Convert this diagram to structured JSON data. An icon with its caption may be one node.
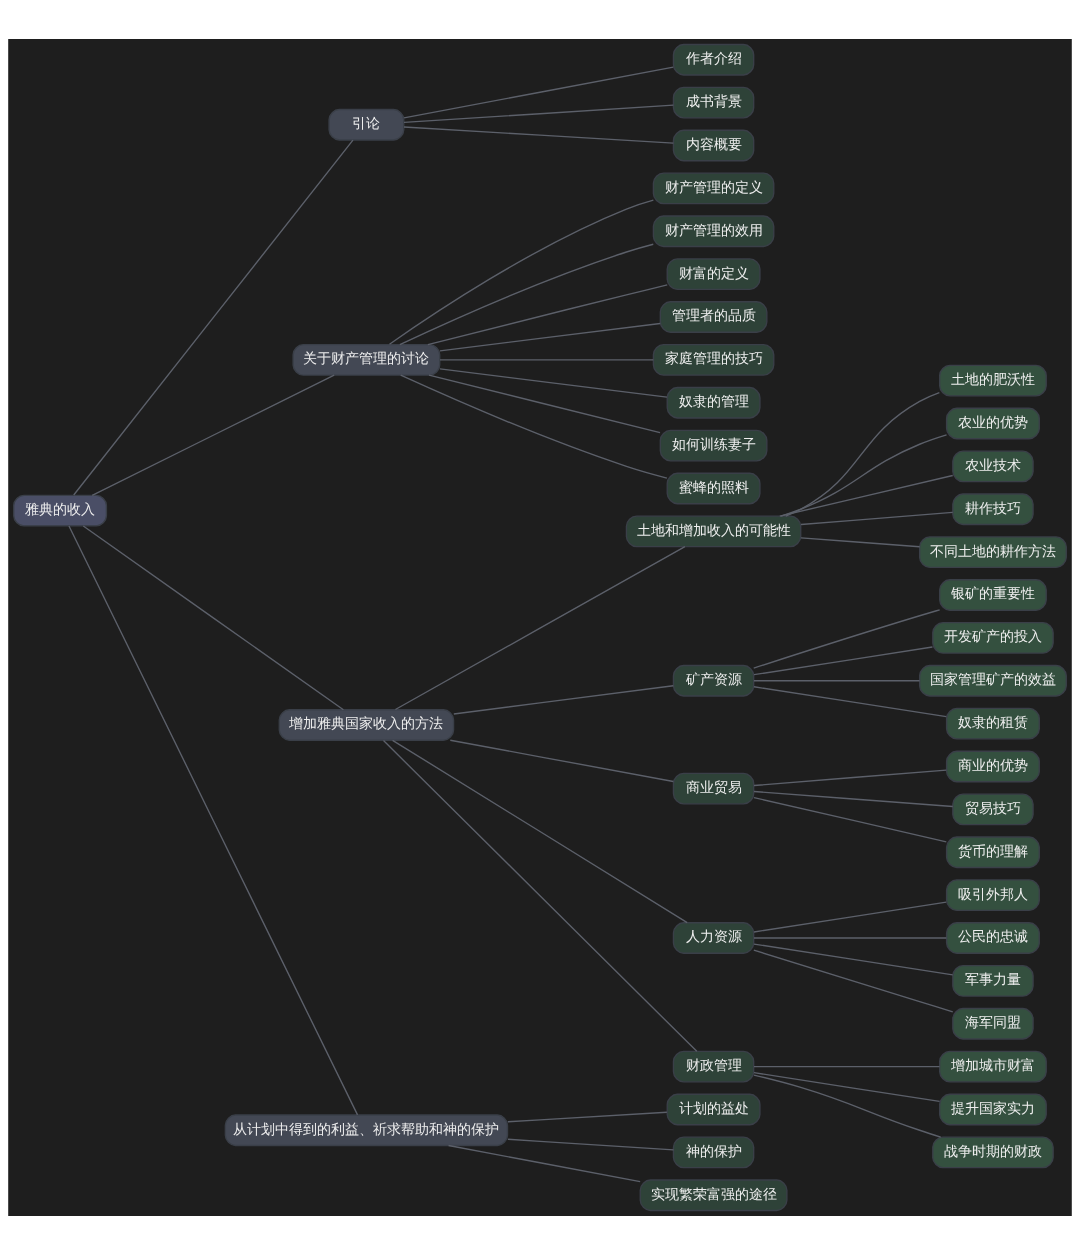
{
  "diagram": {
    "nodes": [
      {
        "text": [
          "雅典的收入"
        ]
      },
      {
        "text": [
          "引论"
        ]
      },
      {
        "text": [
          "作者介绍"
        ]
      },
      {
        "text": [
          "成书背景"
        ]
      },
      {
        "text": [
          "内容概要"
        ]
      },
      {
        "text": [
          "关于财产管理的讨论"
        ]
      },
      {
        "text": [
          "财产管理的定义"
        ]
      },
      {
        "text": [
          "财产管理的效用"
        ]
      },
      {
        "text": [
          "财富的定义"
        ]
      },
      {
        "text": [
          "管理者的品质"
        ]
      },
      {
        "text": [
          "家庭管理的技巧"
        ]
      },
      {
        "text": [
          "奴隶的管理"
        ]
      },
      {
        "text": [
          "如何训练妻子"
        ]
      },
      {
        "text": [
          "蜜蜂的照料"
        ]
      },
      {
        "text": [
          "增加雅典国家收入的方法"
        ]
      },
      {
        "text": [
          "土地和增加收入的可能性"
        ]
      },
      {
        "text": [
          "土地的肥沃性"
        ]
      },
      {
        "text": [
          "农业的优势"
        ]
      },
      {
        "text": [
          "农业技术"
        ]
      },
      {
        "text": [
          "耕作技巧"
        ]
      },
      {
        "text": [
          "不同土地的耕作方法"
        ]
      },
      {
        "text": [
          "矿产资源"
        ]
      },
      {
        "text": [
          "银矿的重要性"
        ]
      },
      {
        "text": [
          "开发矿产的投入"
        ]
      },
      {
        "text": [
          "国家管理矿产的效益"
        ]
      },
      {
        "text": [
          "奴隶的租赁"
        ]
      },
      {
        "text": [
          "商业贸易"
        ]
      },
      {
        "text": [
          "商业的优势"
        ]
      },
      {
        "text": [
          "贸易技巧"
        ]
      },
      {
        "text": [
          "货币的理解"
        ]
      },
      {
        "text": [
          "人力资源"
        ]
      },
      {
        "text": [
          "吸引外邦人"
        ]
      },
      {
        "text": [
          "公民的忠诚"
        ]
      },
      {
        "text": [
          "军事力量"
        ]
      },
      {
        "text": [
          "海军同盟"
        ]
      },
      {
        "text": [
          "财政管理"
        ]
      },
      {
        "text": [
          "增加城市财富"
        ]
      },
      {
        "text": [
          "提升国家实力"
        ]
      },
      {
        "text": [
          "战争时期的财政"
        ]
      },
      {
        "text": [
          "从计划中得到的利益、祈求帮助和神的保护"
        ]
      },
      {
        "text": [
          "计划的益处"
        ]
      },
      {
        "text": [
          "神的保护"
        ]
      },
      {
        "text": [
          "实现繁荣富强的途径"
        ]
      }
    ],
    "edges": [
      {
        "from": 0,
        "to": 1,
        "arrow": "none"
      },
      {
        "from": 1,
        "to": 2,
        "arrow": "none"
      },
      {
        "from": 1,
        "to": 3,
        "arrow": "none"
      },
      {
        "from": 1,
        "to": 4,
        "arrow": "none"
      },
      {
        "from": 0,
        "to": 5,
        "arrow": "none"
      },
      {
        "from": 5,
        "to": 6,
        "arrow": "none"
      },
      {
        "from": 5,
        "to": 7,
        "arrow": "none"
      },
      {
        "from": 5,
        "to": 8,
        "arrow": "none"
      },
      {
        "from": 5,
        "to": 9,
        "arrow": "none"
      },
      {
        "from": 5,
        "to": 10,
        "arrow": "none"
      },
      {
        "from": 5,
        "to": 11,
        "arrow": "none"
      },
      {
        "from": 5,
        "to": 12,
        "arrow": "none"
      },
      {
        "from": 5,
        "to": 13,
        "arrow": "none"
      },
      {
        "from": 0,
        "to": 14,
        "arrow": "none"
      },
      {
        "from": 14,
        "to": 15,
        "arrow": "none"
      },
      {
        "from": 15,
        "to": 16,
        "arrow": "none"
      },
      {
        "from": 15,
        "to": 17,
        "arrow": "none"
      },
      {
        "from": 15,
        "to": 18,
        "arrow": "none"
      },
      {
        "from": 15,
        "to": 19,
        "arrow": "none"
      },
      {
        "from": 15,
        "to": 20,
        "arrow": "none"
      },
      {
        "from": 14,
        "to": 21,
        "arrow": "none"
      },
      {
        "from": 21,
        "to": 22,
        "arrow": "none"
      },
      {
        "from": 21,
        "to": 23,
        "arrow": "none"
      },
      {
        "from": 21,
        "to": 24,
        "arrow": "none"
      },
      {
        "from": 21,
        "to": 25,
        "arrow": "none"
      },
      {
        "from": 14,
        "to": 26,
        "arrow": "none"
      },
      {
        "from": 26,
        "to": 27,
        "arrow": "none"
      },
      {
        "from": 26,
        "to": 28,
        "arrow": "none"
      },
      {
        "from": 26,
        "to": 29,
        "arrow": "none"
      },
      {
        "from": 14,
        "to": 30,
        "arrow": "none"
      },
      {
        "from": 30,
        "to": 31,
        "arrow": "none"
      },
      {
        "from": 30,
        "to": 32,
        "arrow": "none"
      },
      {
        "from": 30,
        "to": 33,
        "arrow": "none"
      },
      {
        "from": 30,
        "to": 34,
        "arrow": "none"
      },
      {
        "from": 14,
        "to": 35,
        "arrow": "none"
      },
      {
        "from": 35,
        "to": 36,
        "arrow": "none"
      },
      {
        "from": 35,
        "to": 37,
        "arrow": "none"
      },
      {
        "from": 35,
        "to": 38,
        "arrow": "none"
      },
      {
        "from": 0,
        "to": 39,
        "arrow": "none"
      },
      {
        "from": 39,
        "to": 40,
        "arrow": "none"
      },
      {
        "from": 39,
        "to": 41,
        "arrow": "none"
      },
      {
        "from": 39,
        "to": 42,
        "arrow": "none"
      }
    ]
  }
}
